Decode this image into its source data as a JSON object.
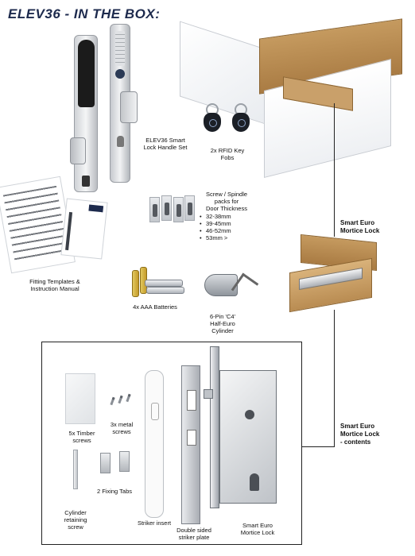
{
  "title": "ELEV36  -  IN THE BOX:",
  "items": {
    "handle_set": "ELEV36 Smart\nLock Handle Set",
    "key_fobs": "2x RFID Key\nFobs",
    "screw_packs": "Screw / Spindle\npacks for\nDoor Thickness",
    "thickness": [
      "32-38mm",
      "39-45mm",
      "46-52mm",
      "53mm >"
    ],
    "fitting": "Fitting Templates &\nInstruction Manual",
    "batteries": "4x AAA Batteries",
    "cylinder": "6-Pin 'C4'\nHalf-Euro\nCylinder",
    "mortice_lock": "Smart Euro\nMortice Lock",
    "mortice_contents": "Smart Euro\nMortice Lock\n- contents"
  },
  "contents": {
    "timber_screws": "5x Timber\nscrews",
    "metal_screws": "3x metal\nscrews",
    "fixing_tabs": "2 Fixing Tabs",
    "cylinder_screw": "Cylinder\nretaining\nscrew",
    "striker_insert": "Striker insert",
    "striker_plate": "Double sided\nstriker plate",
    "mortice_lock": "Smart Euro\nMortice Lock"
  }
}
